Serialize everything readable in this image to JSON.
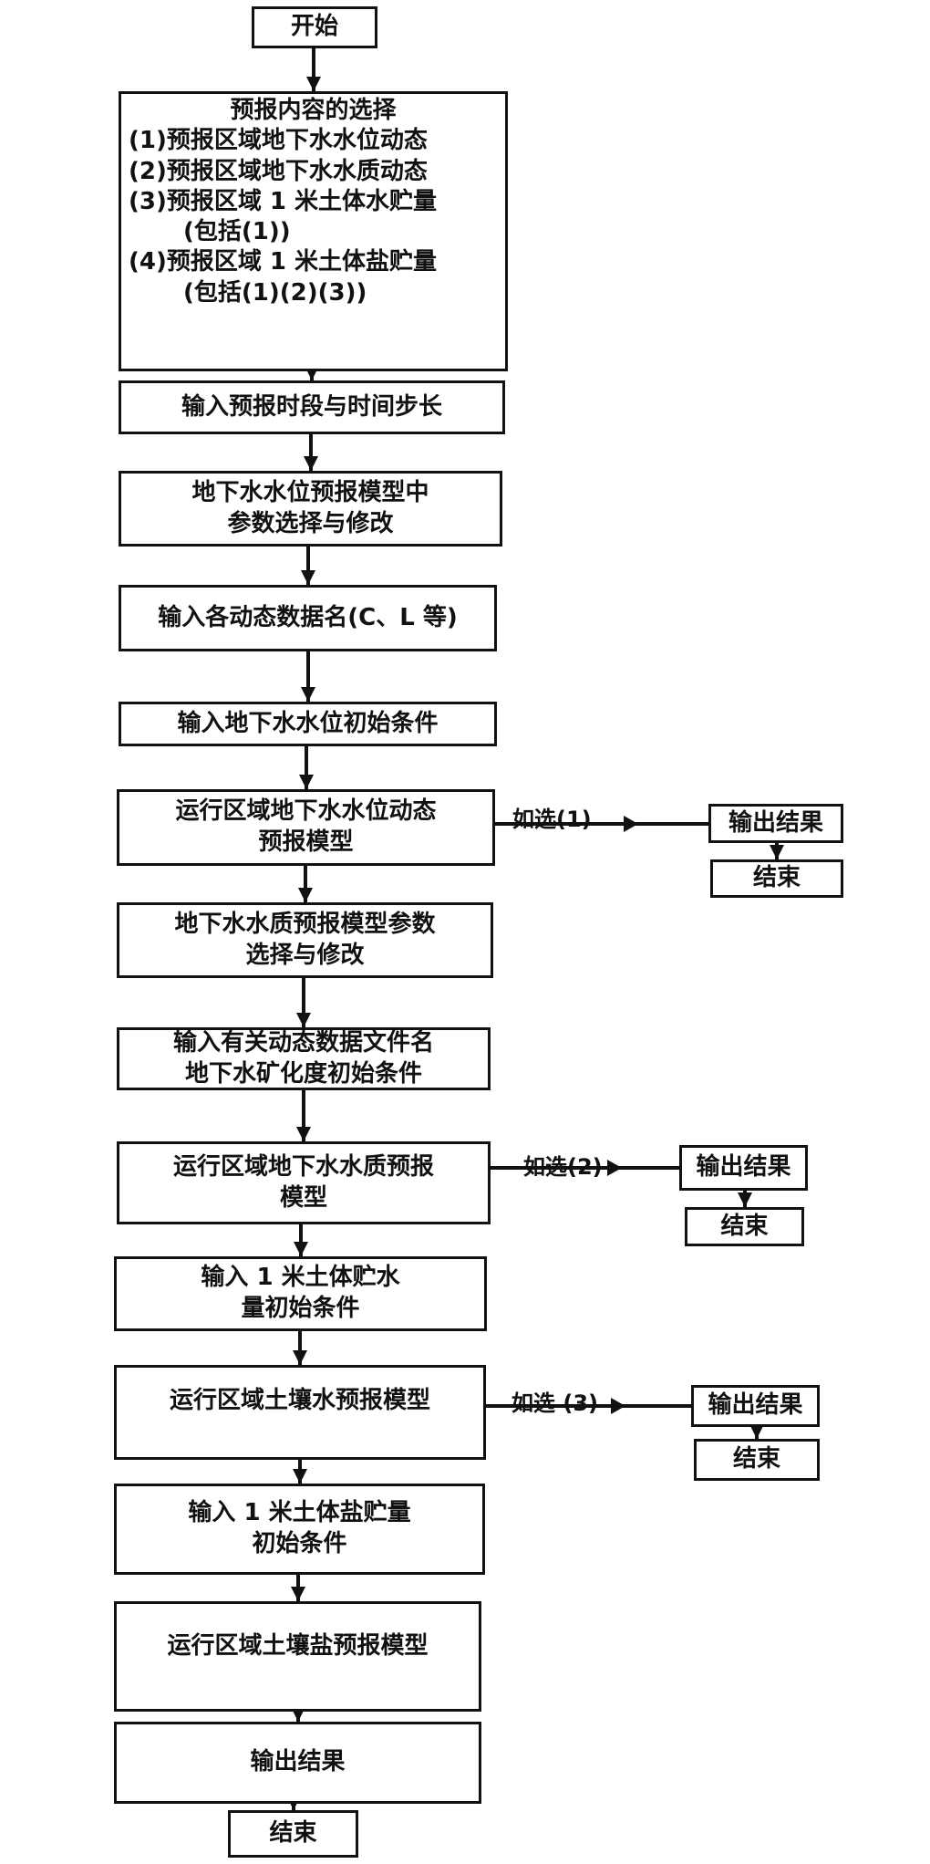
{
  "flowchart": {
    "start": "开始",
    "selection": {
      "title": "预报内容的选择",
      "options": [
        "(1)预报区域地下水水位动态",
        "(2)预报区域地下水水质动态",
        "(3)预报区域 1 米土体水贮量",
        "(包括(1))",
        "(4)预报区域 1 米土体盐贮量",
        "(包括(1)(2)(3))"
      ]
    },
    "steps": [
      {
        "lines": [
          "输入预报时段与时间步长"
        ]
      },
      {
        "lines": [
          "地下水水位预报模型中",
          "参数选择与修改"
        ]
      },
      {
        "lines": [
          "输入各动态数据名(C、L 等)"
        ]
      },
      {
        "lines": [
          "输入地下水水位初始条件"
        ]
      },
      {
        "lines": [
          "运行区域地下水水位动态",
          "预报模型"
        ]
      },
      {
        "lines": [
          "地下水水质预报模型参数",
          "选择与修改"
        ]
      },
      {
        "lines": [
          "输入有关动态数据文件名",
          "地下水矿化度初始条件"
        ]
      },
      {
        "lines": [
          "运行区域地下水水质预报",
          "模型"
        ]
      },
      {
        "lines": [
          "输入 1 米土体贮水",
          "量初始条件"
        ]
      },
      {
        "lines": [
          "运行区域土壤水预报模型"
        ]
      },
      {
        "lines": [
          "输入 1 米土体盐贮量",
          "初始条件"
        ]
      },
      {
        "lines": [
          "运行区域土壤盐预报模型"
        ]
      },
      {
        "lines": [
          "输出结果"
        ]
      }
    ],
    "end": "结束",
    "branches": [
      {
        "condition": "如选(1)",
        "output": "输出结果",
        "end": "结束"
      },
      {
        "condition": "如选(2)",
        "output": "输出结果",
        "end": "结束"
      },
      {
        "condition": "如选 (3)",
        "output": "输出结果",
        "end": "结束"
      }
    ]
  }
}
